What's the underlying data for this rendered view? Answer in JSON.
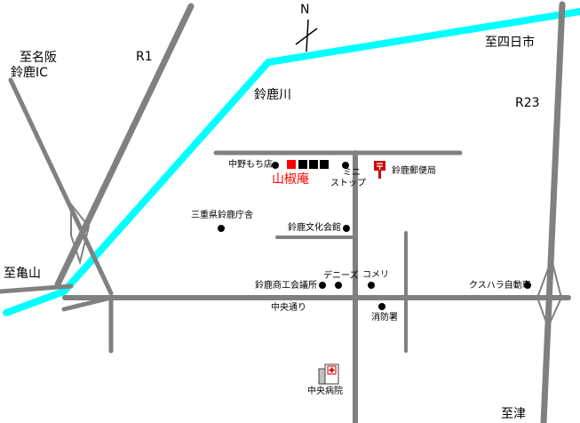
{
  "compass": {
    "north_label": "N"
  },
  "roads": {
    "r1": "R1",
    "r23": "R23"
  },
  "river": {
    "name": "鈴鹿川"
  },
  "directions": {
    "nagoya_line1": "至名阪",
    "nagoya_line2": "鈴鹿IC",
    "kameyama": "至亀山",
    "yokkaichi": "至四日市",
    "tsu": "至津"
  },
  "streets": {
    "chuo_dori": "中央通り"
  },
  "landmarks": {
    "nakano_mochi": "中野もち店",
    "ministop_line1": "ミニ",
    "ministop_line2": "ストップ",
    "post_office": "鈴鹿郵便局",
    "destination": "山椒庵",
    "mie_office": "三重県鈴鹿庁舎",
    "culture_hall": "鈴鹿文化会館",
    "dennys": "デニーズ",
    "komeri": "コメリ",
    "chamber": "鈴鹿商工会議所",
    "fire_station": "消防署",
    "kusuhara": "クスハラ自動車",
    "hospital": "中央病院"
  },
  "colors": {
    "road": "#808080",
    "river": "#00ffff",
    "destination": "#ff0000",
    "marker": "#000000",
    "background": "#ffffff"
  }
}
